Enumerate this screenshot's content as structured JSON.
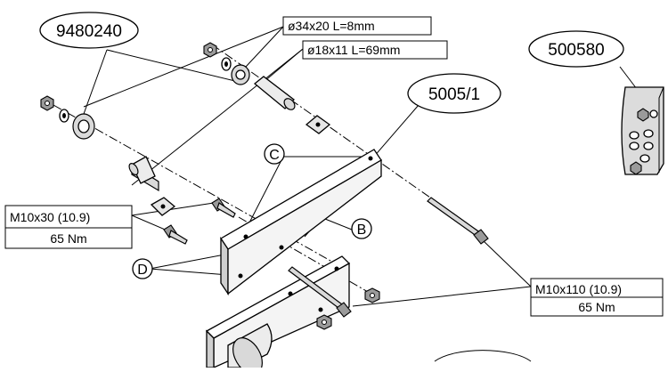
{
  "callouts": {
    "part_9480240": "9480240",
    "part_500580": "500580",
    "part_5005_1": "5005/1"
  },
  "specs": {
    "spacer_large": "ø34x20 L=8mm",
    "spacer_small": "ø18x11 L=69mm",
    "bolt_short": {
      "size": "M10x30 (10.9)",
      "torque": "65 Nm"
    },
    "bolt_long": {
      "size": "M10x110 (10.9)",
      "torque": "65 Nm"
    }
  },
  "letters": {
    "c": "C",
    "b": "B",
    "d": "D"
  }
}
